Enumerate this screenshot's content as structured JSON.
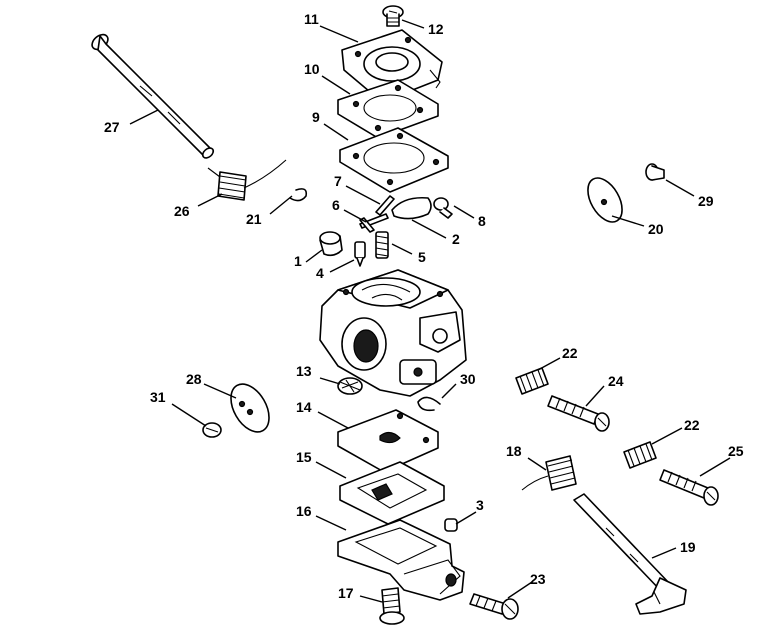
{
  "callouts": {
    "p1": "1",
    "p2": "2",
    "p3": "3",
    "p4": "4",
    "p5": "5",
    "p6": "6",
    "p7": "7",
    "p8": "8",
    "p9": "9",
    "p10": "10",
    "p11": "11",
    "p12": "12",
    "p13": "13",
    "p14": "14",
    "p15": "15",
    "p16": "16",
    "p17": "17",
    "p18": "18",
    "p19": "19",
    "p20": "20",
    "p21": "21",
    "p22a": "22",
    "p22b": "22",
    "p23": "23",
    "p24": "24",
    "p25": "25",
    "p26": "26",
    "p27": "27",
    "p28": "28",
    "p29": "29",
    "p30": "30",
    "p31": "31"
  }
}
